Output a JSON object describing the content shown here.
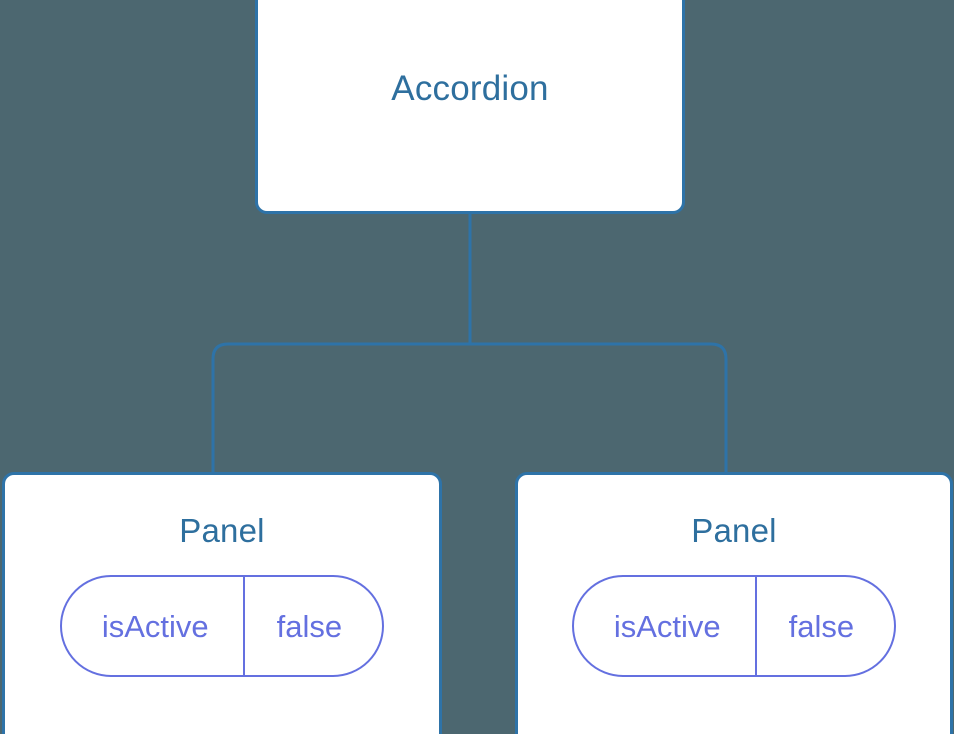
{
  "canvas": {
    "background_color": "#4c6770",
    "node_border_color": "#2e73a8",
    "node_fill_color": "#ffffff",
    "node_title_color": "#2e6f9e",
    "pill_color": "#6470e0",
    "edge_color": "#2e73a8"
  },
  "tree": {
    "root": {
      "title": "Accordion"
    },
    "children": [
      {
        "title": "Panel",
        "state": {
          "key": "isActive",
          "value": "false"
        }
      },
      {
        "title": "Panel",
        "state": {
          "key": "isActive",
          "value": "false"
        }
      }
    ]
  }
}
